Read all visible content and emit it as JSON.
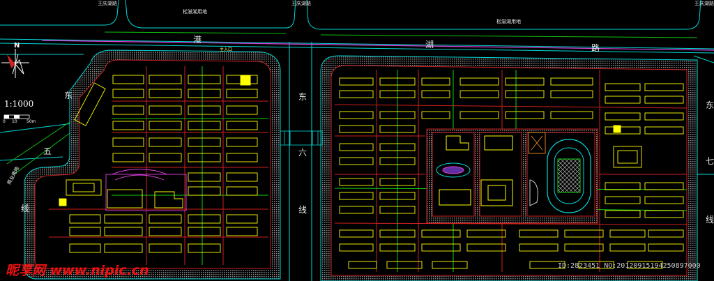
{
  "labels": {
    "road_top_left": "王庆湖路",
    "road_top_right": "王庆湖路",
    "road_right_edge": "王庆湖路",
    "green_belt_left": "松滋湖用地",
    "green_belt_right": "松滋湖用地",
    "north": "N",
    "scale": "1:1000",
    "scale_tick_0": "0",
    "scale_tick_10": "10",
    "scale_tick_50": "50m",
    "road_west_1": "东",
    "road_west_2": "五",
    "road_west_3": "线",
    "road_center_1": "东",
    "road_center_2": "六",
    "road_center_3": "线",
    "road_east_1": "东",
    "road_east_2": "七",
    "road_east_3": "线",
    "road_north_1": "港",
    "road_north_2": "湖",
    "road_north_3": "路",
    "road_sw": "商业用地",
    "entrance": "主入口"
  },
  "watermark": {
    "brand": "昵享网 www.nipic.cn",
    "id": "ID:2823451 NO:20120915194250897000"
  },
  "colors": {
    "background": "#000000",
    "building": "#ffff00",
    "road_edge": "#00e5e5",
    "road_red": "#d02020",
    "green_line": "#10d010",
    "pink_line": "#e040e0",
    "hatch": "#9a9a9a",
    "watermark": "#ee1111"
  }
}
